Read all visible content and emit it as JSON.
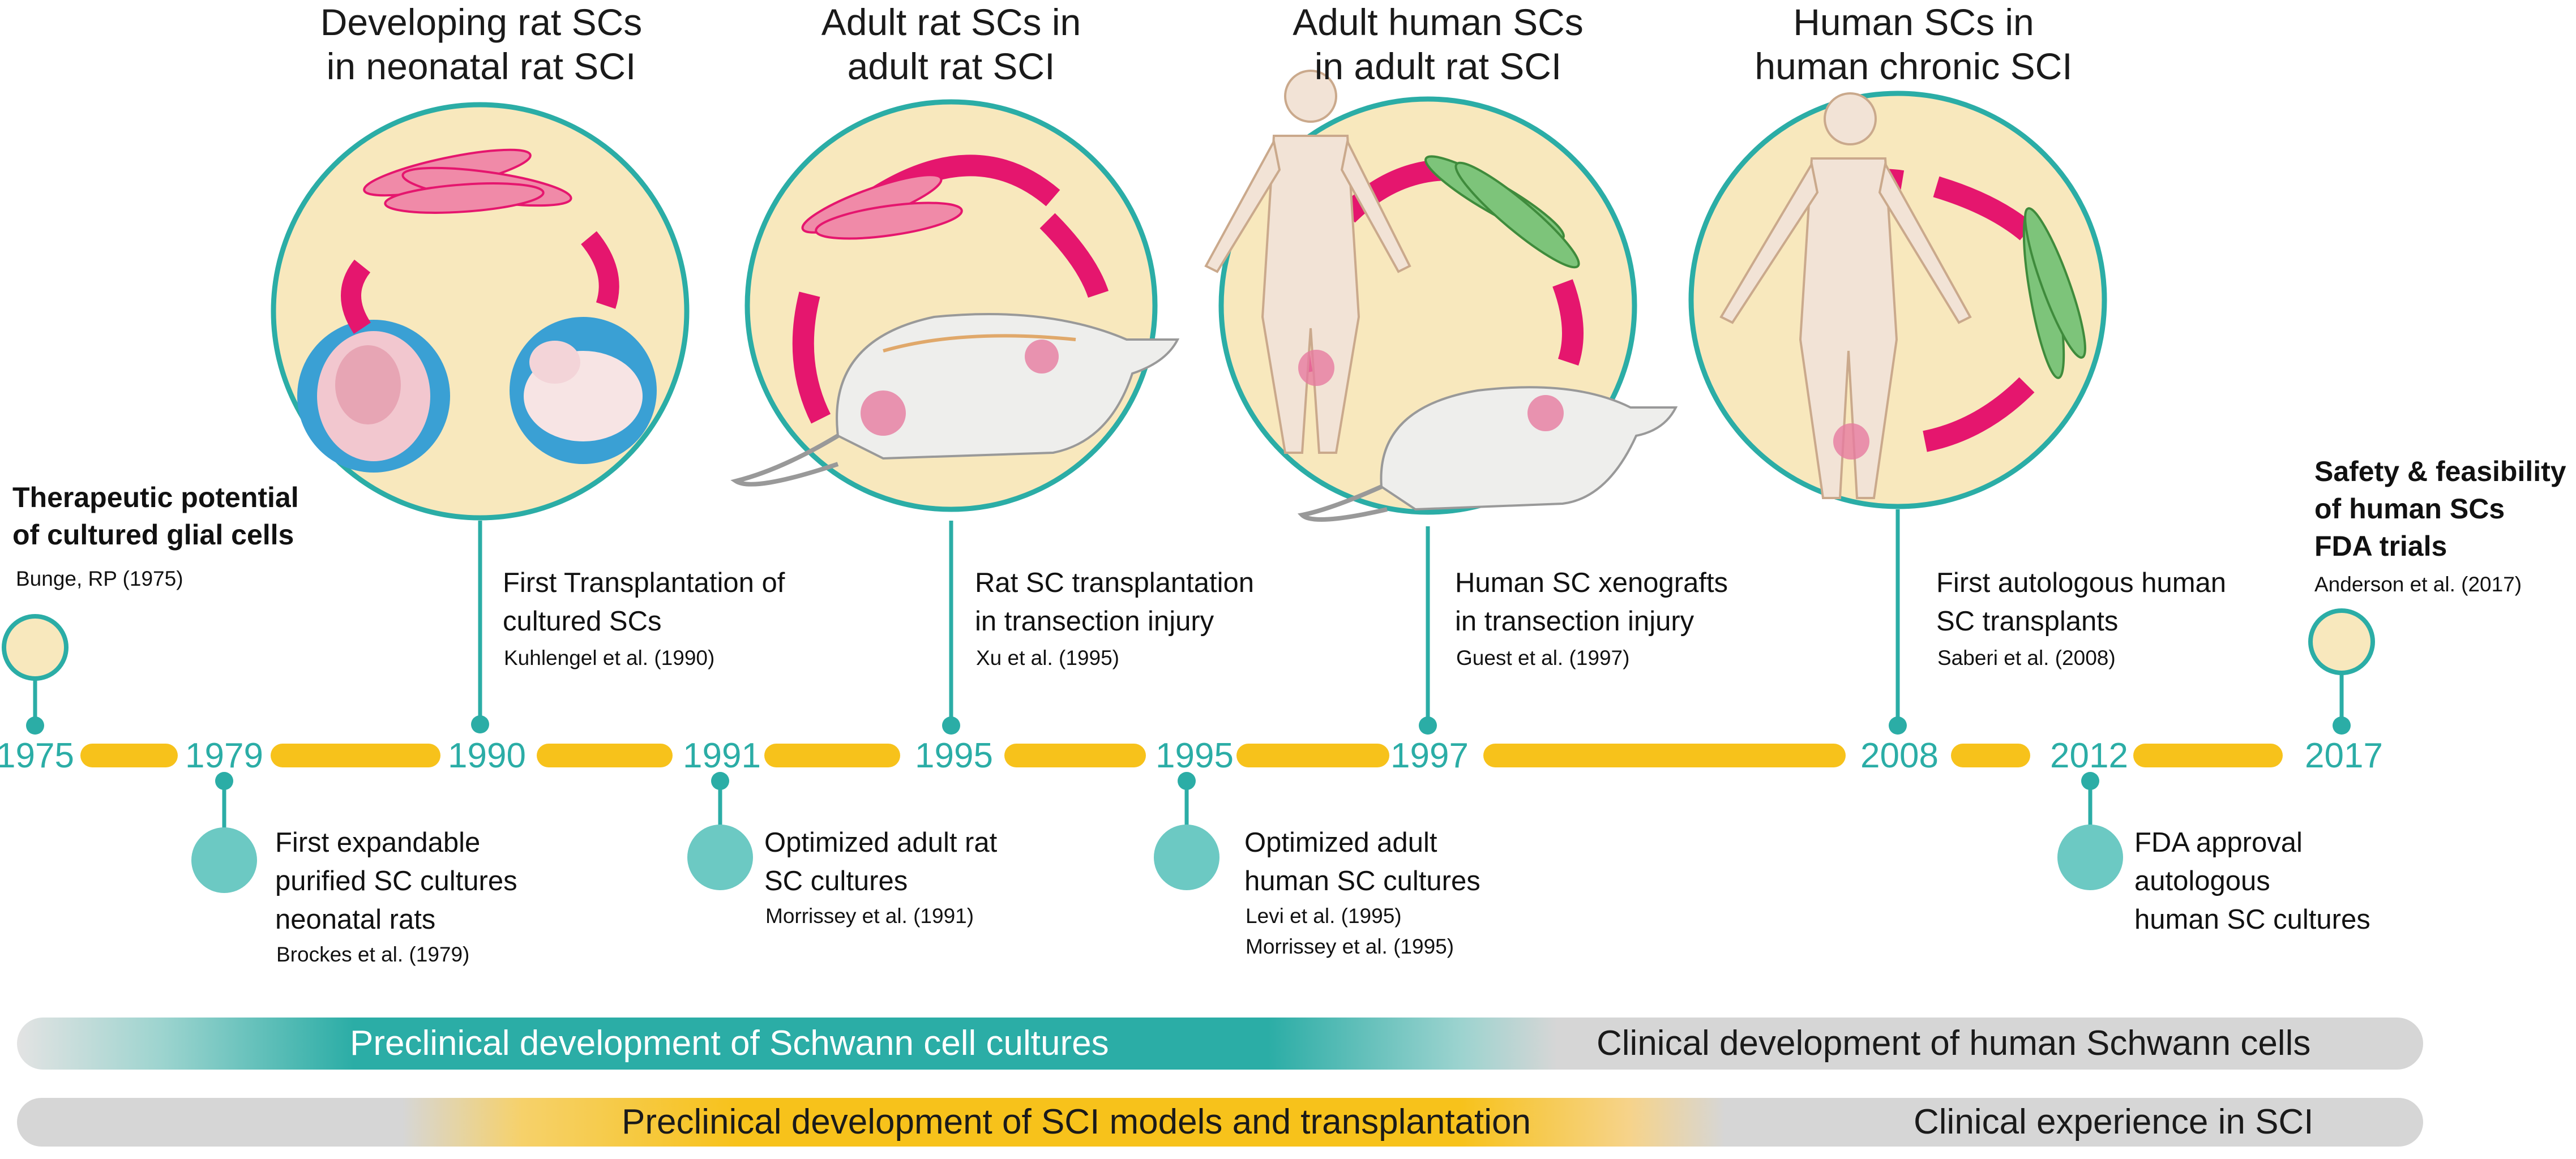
{
  "headers": [
    {
      "line1": "Developing rat SCs",
      "line2": "in neonatal rat SCI"
    },
    {
      "line1": "Adult rat SCs in",
      "line2": "adult rat SCI"
    },
    {
      "line1": "Adult human SCs",
      "line2": "in adult rat SCI"
    },
    {
      "line1": "Human SCs in",
      "line2": "human chronic SCI"
    }
  ],
  "years": [
    "1975",
    "1979",
    "1990",
    "1991",
    "1995",
    "1995",
    "1997",
    "2008",
    "2012",
    "2017"
  ],
  "events_above": [
    {
      "title_line1": "Therapeutic potential",
      "title_line2": "of cultured glial cells",
      "cite": "Bunge, RP (1975)"
    },
    {
      "title_line1": "First Transplantation of",
      "title_line2": "cultured SCs",
      "cite": "Kuhlengel et al. (1990)"
    },
    {
      "title_line1": "Rat SC transplantation",
      "title_line2": "in transection injury",
      "cite": "Xu et al. (1995)"
    },
    {
      "title_line1": "Human SC xenografts",
      "title_line2": "in transection injury",
      "cite": "Guest et al. (1997)"
    },
    {
      "title_line1": "First autologous human",
      "title_line2": "SC transplants",
      "cite": "Saberi et al. (2008)"
    },
    {
      "title_line1": "Safety & feasibility",
      "title_line2": "of human SCs",
      "title_line3": "FDA trials",
      "cite": "Anderson et al. (2017)"
    }
  ],
  "events_below": [
    {
      "line1": "First expandable",
      "line2": "purified SC cultures",
      "line3": "neonatal rats",
      "cite": "Brockes et al. (1979)"
    },
    {
      "line1": "Optimized adult rat",
      "line2": "SC cultures",
      "cite": "Morrissey et al. (1991)"
    },
    {
      "line1": "Optimized adult",
      "line2": "human SC cultures",
      "cite1": "Levi et al. (1995)",
      "cite2": "Morrissey et al. (1995)"
    },
    {
      "line1": "FDA approval",
      "line2": "autologous",
      "line3": "human SC cultures"
    }
  ],
  "bands": {
    "top_left": "Preclinical development of Schwann cell cultures",
    "top_right": "Clinical development of human Schwann cells",
    "bottom_left": "Preclinical development of SCI models and transplantation",
    "bottom_right": "Clinical experience in SCI"
  },
  "colors": {
    "teal": "#2bada6",
    "teal_light": "#6cc9c3",
    "yellow": "#f7c21b",
    "cream": "#f8e8bd",
    "magenta": "#e5166e",
    "gray": "#d4d4d4"
  }
}
